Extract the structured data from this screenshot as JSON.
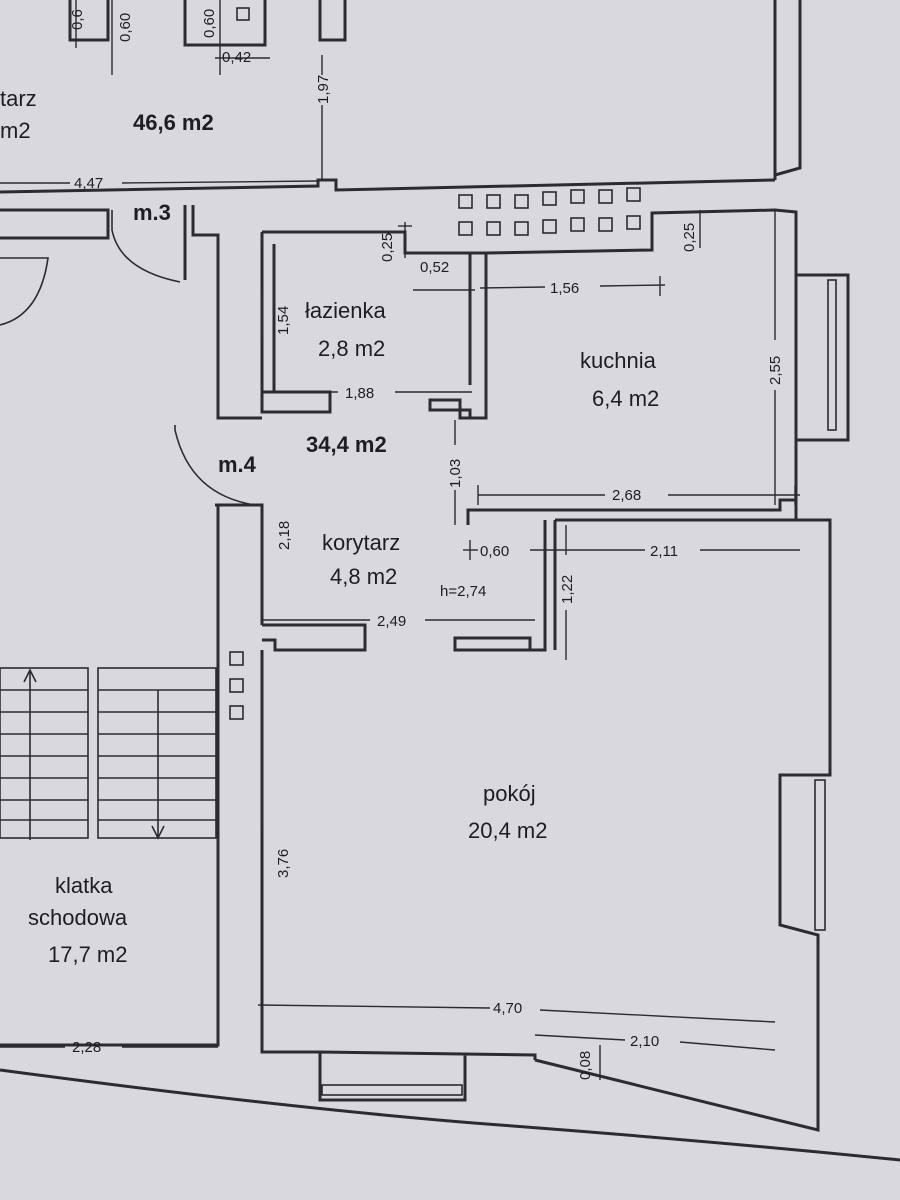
{
  "rooms": {
    "lazienka": {
      "name": "łazienka",
      "area": "2,8 m2"
    },
    "kuchnia": {
      "name": "kuchnia",
      "area": "6,4 m2"
    },
    "korytarz": {
      "name": "korytarz",
      "area": "4,8 m2",
      "height": "h=2,74"
    },
    "pokoj": {
      "name": "pokój",
      "area": "20,4 m2"
    },
    "klatka": {
      "name1": "klatka",
      "name2": "schodowa",
      "area": "17,7 m2"
    },
    "top_left": {
      "name": "tarz",
      "area": "m2"
    }
  },
  "flats": {
    "m3": {
      "label": "m.3",
      "area": "46,6 m2"
    },
    "m4": {
      "label": "m.4",
      "area": "34,4 m2"
    }
  },
  "dimensions": {
    "d447": "4,47",
    "d197": "1,97",
    "d060a": "0,6",
    "d060b": "0,60",
    "d060c": "0,60",
    "d042": "0,42",
    "d025a": "0,25",
    "d052": "0,52",
    "d156": "1,56",
    "d025b": "0,25",
    "d154": "1,54",
    "d188": "1,88",
    "d255": "2,55",
    "d103": "1,03",
    "d268": "2,68",
    "d218": "2,18",
    "d060d": "0,60",
    "d211": "2,11",
    "d122": "1,22",
    "d249": "2,49",
    "d376": "3,76",
    "d470": "4,70",
    "d210": "2,10",
    "d008": "0,08",
    "d228": "2,28"
  }
}
